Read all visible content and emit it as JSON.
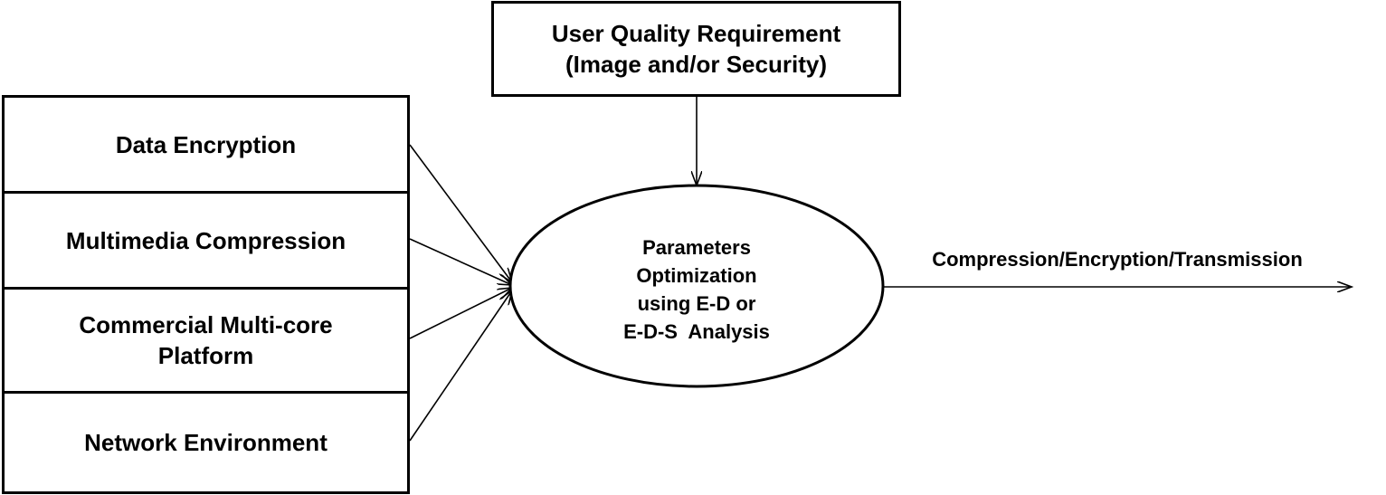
{
  "user_requirement": {
    "line1": "User Quality Requirement",
    "line2": "(Image and/or Security)"
  },
  "inputs": [
    {
      "line1": "Data Encryption",
      "line2": ""
    },
    {
      "line1": "Multimedia Compression",
      "line2": ""
    },
    {
      "line1": "Commercial Multi-core",
      "line2": "Platform"
    },
    {
      "line1": "Network Environment",
      "line2": ""
    }
  ],
  "optimizer": {
    "lines": [
      "Parameters",
      "Optimization",
      "using E-D or",
      "E-D-S  Analysis"
    ]
  },
  "output": {
    "label": "Compression/Encryption/Transmission"
  },
  "colors": {
    "stroke": "#000000",
    "background": "#ffffff"
  }
}
